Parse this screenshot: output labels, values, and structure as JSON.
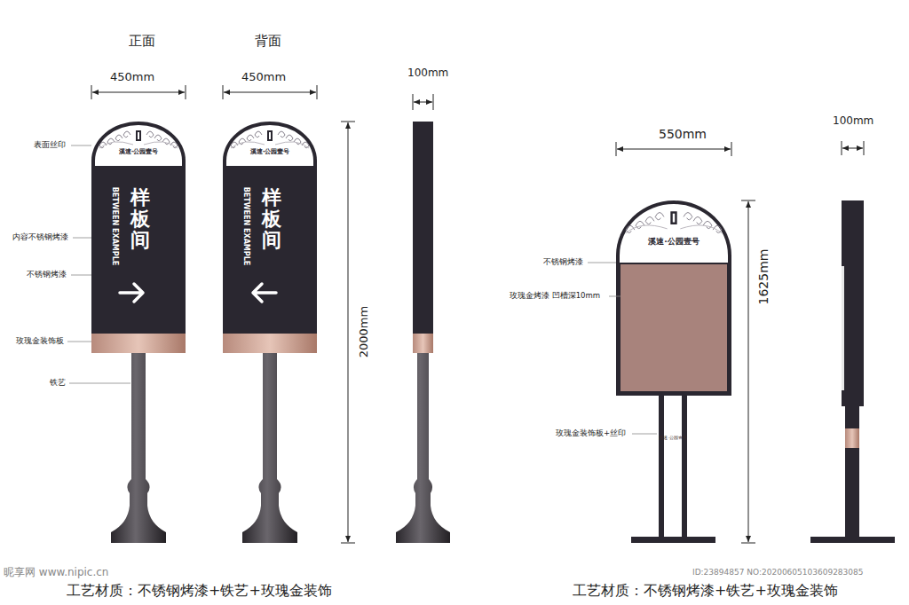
{
  "diagram": {
    "nodes": [
      {
        "text": [
          "溪速·公园壹号"
        ]
      },
      {
        "text": [
          "样板间",
          "BETWEEN EXAMPLE"
        ]
      },
      {
        "text": [
          "溪速·公园壹号"
        ]
      },
      {
        "text": [
          "样板间",
          "BETWEEN EXAMPLE"
        ]
      },
      {
        "text": [
          "溪速·公园壹号"
        ]
      },
      {
        "text": [
          "溪速·公园壹号"
        ]
      }
    ],
    "labels": [
      "正面",
      "背面",
      "450mm",
      "450mm",
      "100mm",
      "2000mm",
      "表面丝印",
      "内容不锈钢烤漆",
      "不锈钢烤漆",
      "玫瑰金装饰板",
      "铁艺",
      "550mm",
      "100mm",
      "1625mm",
      "不锈钢烤漆",
      "玫瑰金烤漆 凹槽深10mm",
      "玫瑰金装饰板+丝印",
      "工艺材质：不锈钢烤漆+铁艺+玫瑰金装饰",
      "工艺材质：不锈钢烤漆+铁艺+玫瑰金装饰",
      "昵享网 www.nipic.cn",
      "ID:23894857 NO:20200605103609283085"
    ]
  }
}
